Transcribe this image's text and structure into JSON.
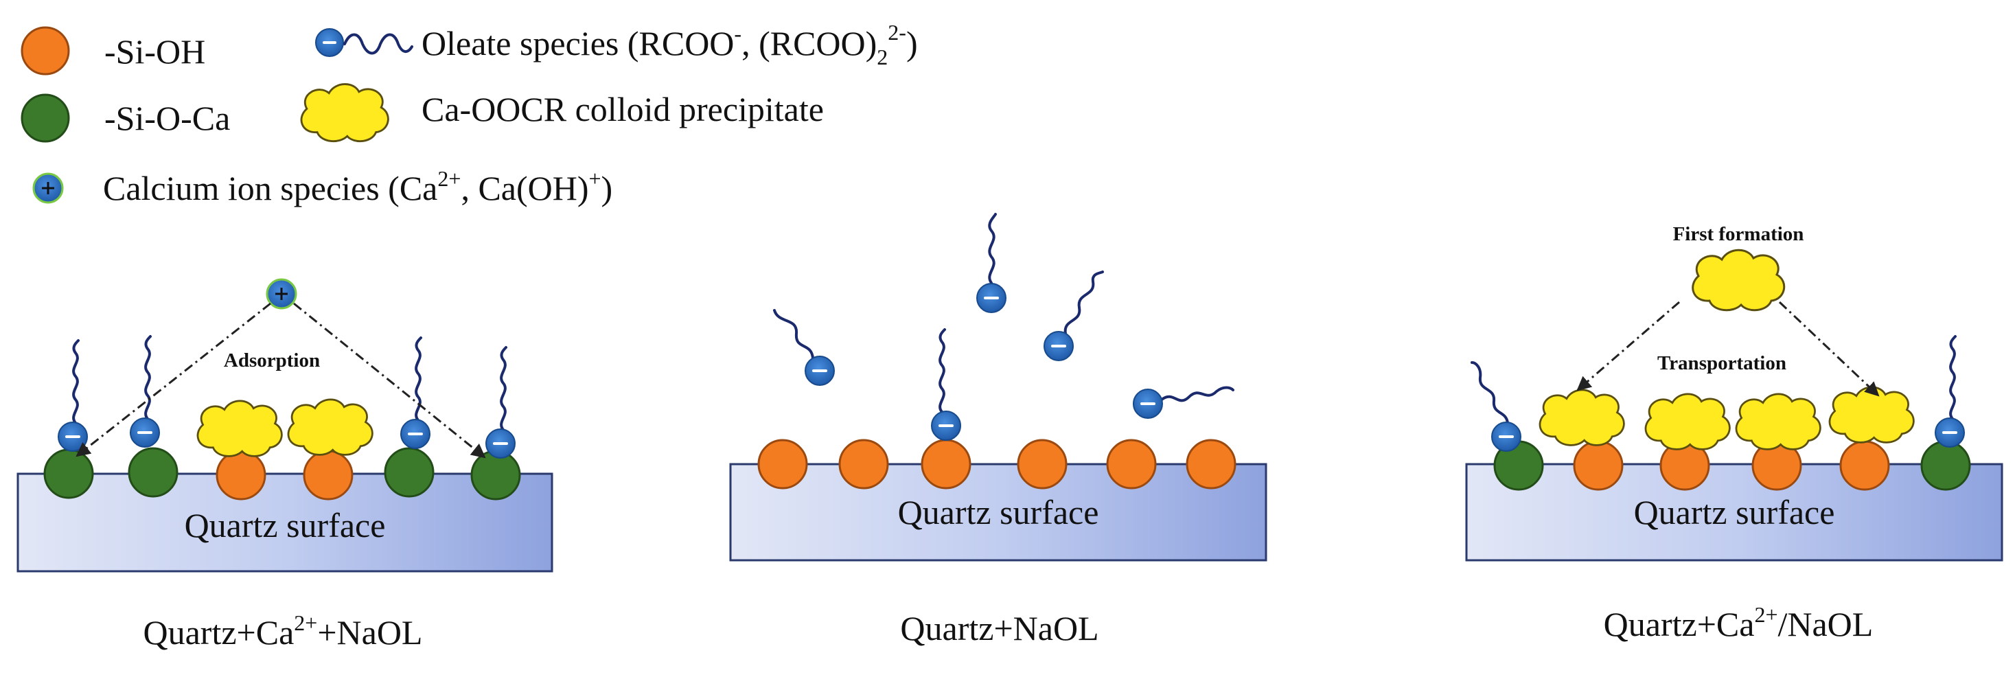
{
  "legend": {
    "si_oh": "-Si-OH",
    "si_o_ca": "-Si-O-Ca",
    "calcium_ion": {
      "text": "Calcium ion species (Ca",
      "sup1": "2+",
      "mid": ", Ca(OH)",
      "sup2": "+",
      "end": ")"
    },
    "oleate": {
      "text": "Oleate species (RCOO",
      "sup1": "-",
      "mid": ", (RCOO)",
      "sub": "2",
      "sup2": "2-",
      "end": ")"
    },
    "colloid": "Ca-OOCR colloid precipitate"
  },
  "panels": [
    {
      "surface": "Quartz surface",
      "caption": {
        "pre": "Quartz+Ca",
        "sup": "2+",
        "post": "+NaOL"
      },
      "annotation": "Adsorption"
    },
    {
      "surface": "Quartz surface",
      "caption": {
        "pre": "Quartz+NaOL",
        "sup": "",
        "post": ""
      }
    },
    {
      "surface": "Quartz surface",
      "caption": {
        "pre": "Quartz+Ca",
        "sup": "2+",
        "post": "/NaOL"
      },
      "annotation_top": "First formation",
      "annotation_mid": "Transportation"
    }
  ],
  "colors": {
    "si_oh": "#f47c20",
    "si_o_ca": "#3b7a2a",
    "ion": "#2e6fc4",
    "colloid": "#ffea1f",
    "surface_light": "#dde3f5",
    "surface_dark": "#8fa3de"
  }
}
